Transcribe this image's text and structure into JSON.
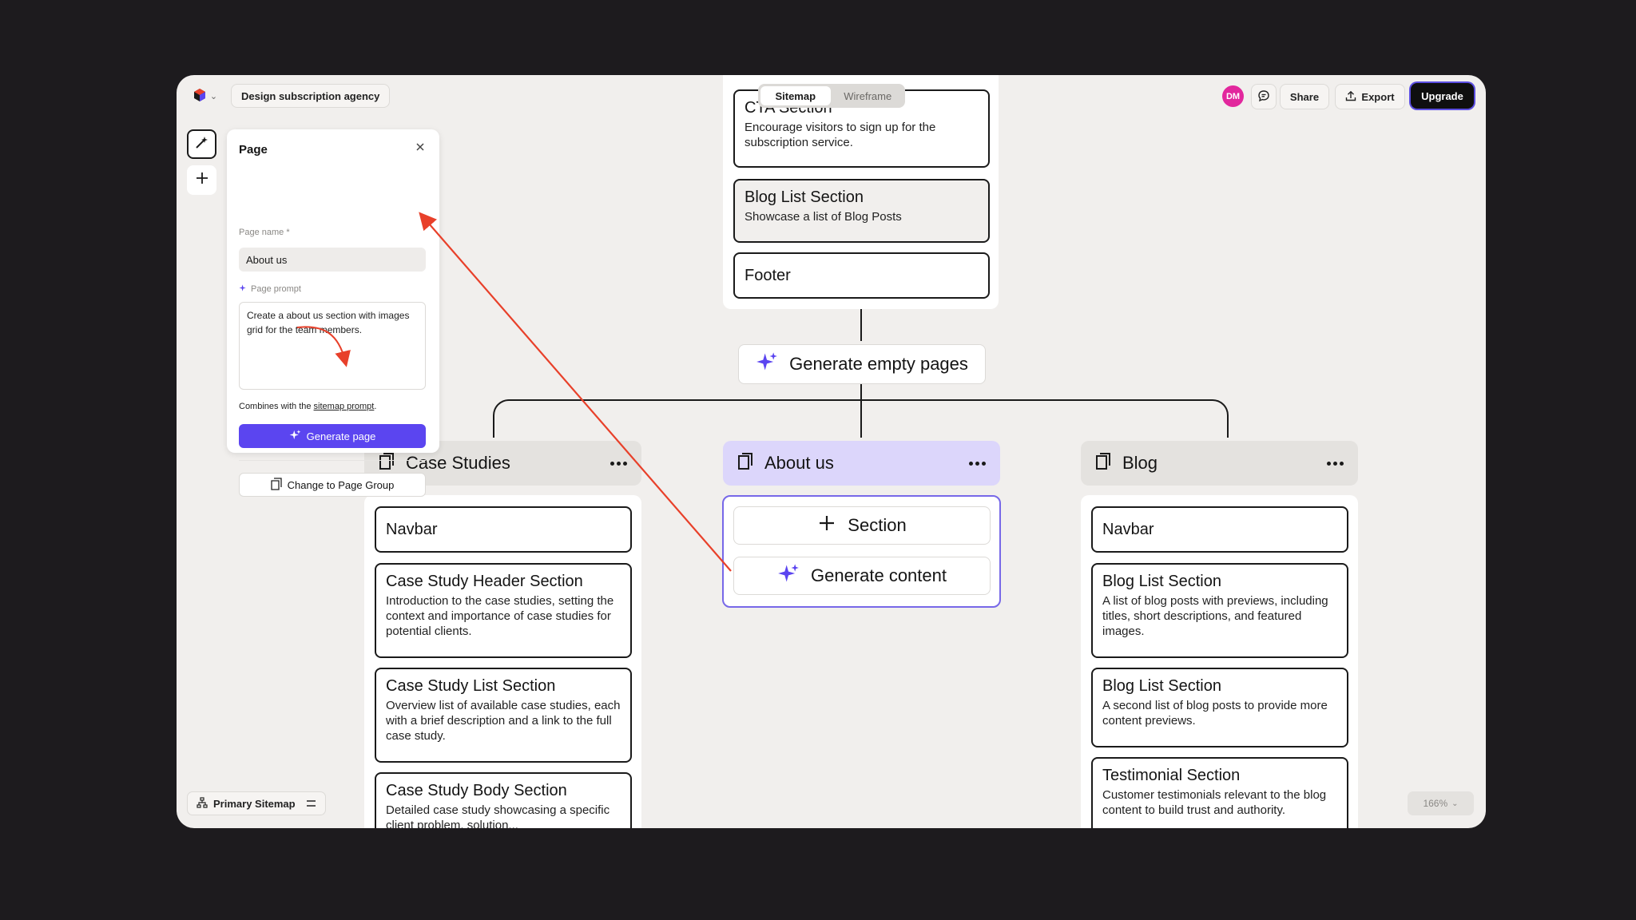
{
  "topbar": {
    "project_name": "Design subscription agency",
    "view_tabs": [
      "Sitemap",
      "Wireframe"
    ],
    "active_tab": "Sitemap",
    "avatar_initials": "DM",
    "share_label": "Share",
    "export_label": "Export",
    "upgrade_label": "Upgrade"
  },
  "panel": {
    "title": "Page",
    "page_name_label": "Page name *",
    "page_name_value": "About us",
    "page_prompt_label": "Page prompt",
    "page_prompt_value": "Create a about us section with images grid for the team members.",
    "combine_prefix": "Combines with the ",
    "combine_link": "sitemap prompt",
    "combine_suffix": ".",
    "generate_label": "Generate page",
    "group_label": "Change to Page Group"
  },
  "home_sections": [
    {
      "title": "CTA Section",
      "desc": "Encourage visitors to sign up for the subscription service."
    },
    {
      "title": "Blog List Section",
      "desc": "Showcase a list of Blog Posts"
    },
    {
      "title": "Footer",
      "desc": ""
    }
  ],
  "generate_empty_label": "Generate empty pages",
  "pages": {
    "case_studies": {
      "label": "Case Studies",
      "sections": [
        {
          "title": "Navbar",
          "desc": ""
        },
        {
          "title": "Case Study Header Section",
          "desc": "Introduction to the case studies, setting the context and importance of case studies for potential clients."
        },
        {
          "title": "Case Study List Section",
          "desc": "Overview list of available case studies, each with a brief description and a link to the full case study."
        },
        {
          "title": "Case Study Body Section",
          "desc": "Detailed case study showcasing a specific client problem, solution..."
        }
      ]
    },
    "about": {
      "label": "About us",
      "add_section_label": "Section",
      "generate_content_label": "Generate content"
    },
    "blog": {
      "label": "Blog",
      "sections": [
        {
          "title": "Navbar",
          "desc": ""
        },
        {
          "title": "Blog List Section",
          "desc": "A list of blog posts with previews, including titles, short descriptions, and featured images."
        },
        {
          "title": "Blog List Section",
          "desc": "A second list of blog posts to provide more content previews."
        },
        {
          "title": "Testimonial Section",
          "desc": "Customer testimonials relevant to the blog content to build trust and authority."
        }
      ]
    }
  },
  "bottom": {
    "sitemap_label": "Primary Sitemap",
    "zoom_label": "166%"
  },
  "colors": {
    "accent": "#5b45f0",
    "annotation": "#e8402a",
    "selected_page": "#dcd6fb",
    "avatar": "#e2279d"
  }
}
